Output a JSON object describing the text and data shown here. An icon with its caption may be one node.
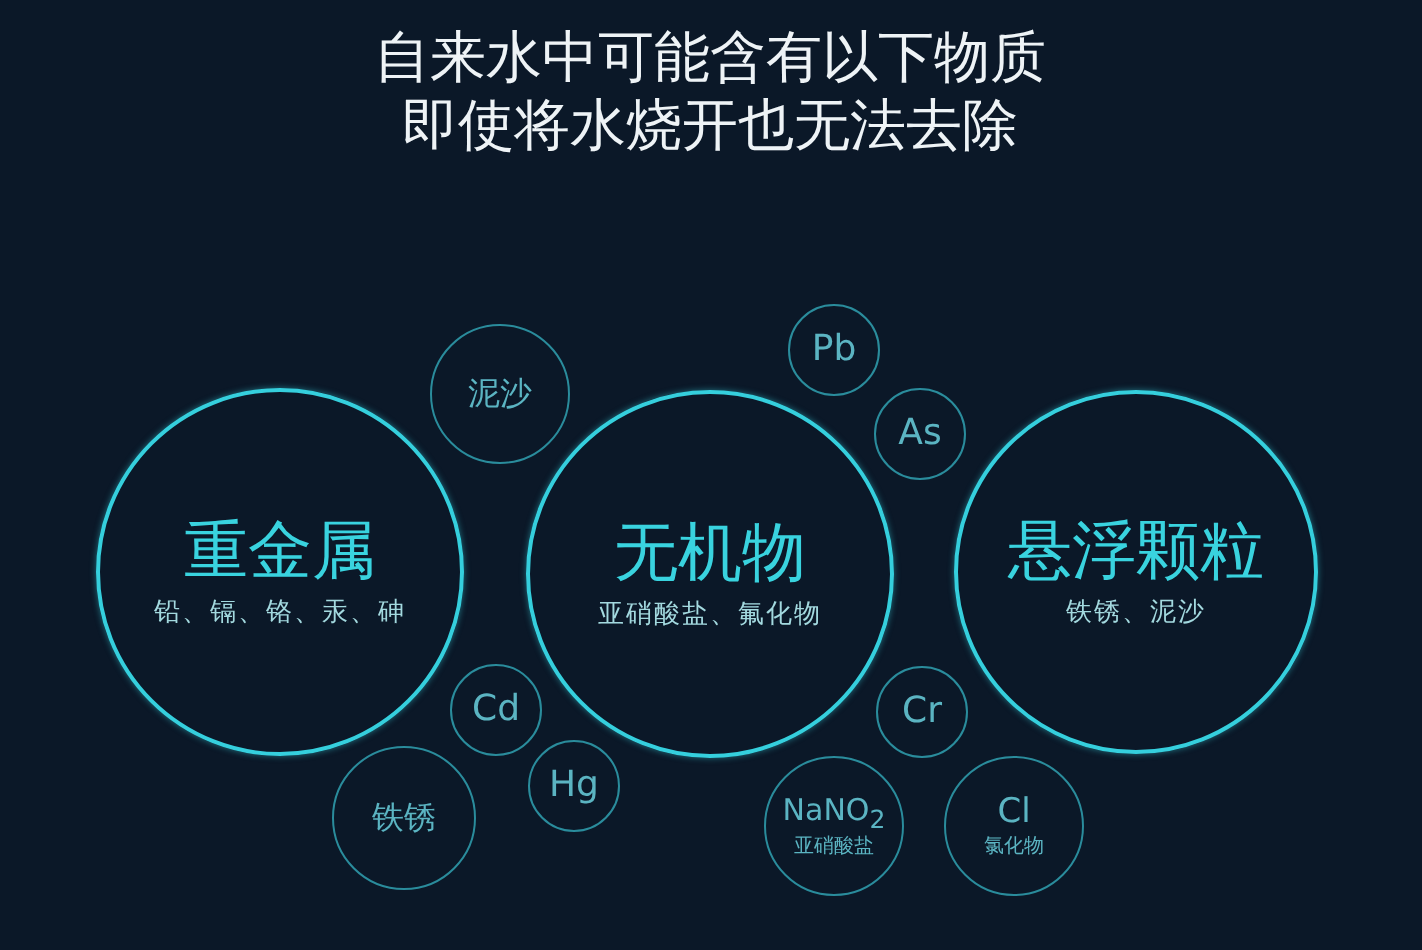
{
  "diagram": {
    "title": "自来水中可能含有以下物质即使将水烧开也无法去除",
    "nodes": [
      {
        "text": [
          "Pb"
        ]
      },
      {
        "text": [
          "泥沙"
        ]
      },
      {
        "text": [
          "As"
        ]
      },
      {
        "text": [
          "重金属",
          "铅、镉、铬、汞、砷"
        ]
      },
      {
        "text": [
          "无机物",
          "亚硝酸盐、氟化物"
        ]
      },
      {
        "text": [
          "悬浮颗粒",
          "铁锈、泥沙"
        ]
      },
      {
        "text": [
          "Cd"
        ]
      },
      {
        "text": [
          "Cr"
        ]
      },
      {
        "text": [
          "Hg"
        ]
      },
      {
        "text": [
          "铁锈"
        ]
      },
      {
        "text": [
          "NaNO$_{2}$",
          "亚硝酸盐"
        ]
      },
      {
        "text": [
          "Cl",
          "氯化物"
        ]
      }
    ]
  }
}
